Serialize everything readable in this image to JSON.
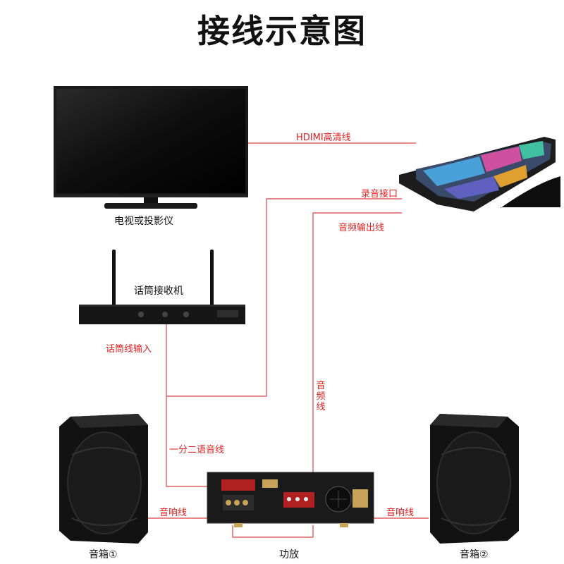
{
  "title": "接线示意图",
  "devices": {
    "tv": "电视或投影仪",
    "mic_receiver": "话筒接收机",
    "amplifier": "功放",
    "speaker_left": "音箱①",
    "speaker_right": "音箱②"
  },
  "cables": {
    "hdmi": "HDIMI高清线",
    "record_port": "录音接口",
    "audio_output": "音频输出线",
    "mic_input": "话筒线输入",
    "audio_line_vertical": [
      "音",
      "频",
      "线"
    ],
    "splitter": "一分二语音线",
    "speaker_cable_left": "音响线",
    "speaker_cable_right": "音响线"
  },
  "colors": {
    "wire": "#e06060",
    "label_red": "#e02020",
    "device": "#111111",
    "gold_knob": "#c9a25a"
  }
}
